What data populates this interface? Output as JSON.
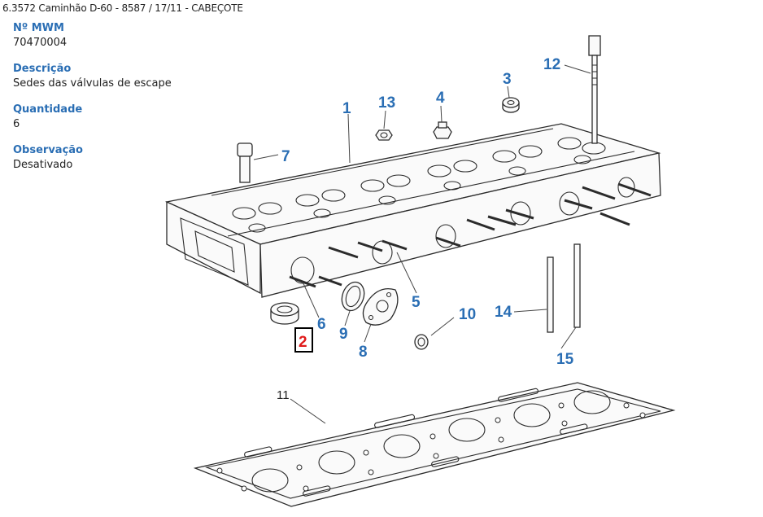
{
  "header": {
    "title": "6.3572 Caminhão D-60 - 8587  /  17/11 - CABEÇOTE"
  },
  "info": {
    "mwm_label": "Nº MWM",
    "mwm_value": "70470004",
    "descricao_label": "Descrição",
    "descricao_value": "Sedes das válvulas de escape",
    "quantidade_label": "Quantidade",
    "quantidade_value": "6",
    "observacao_label": "Observação",
    "observacao_value": "Desativado"
  },
  "diagram": {
    "callouts": {
      "c1": "1",
      "c2": "2",
      "c3": "3",
      "c4": "4",
      "c5": "5",
      "c6": "6",
      "c7": "7",
      "c8": "8",
      "c9": "9",
      "c10": "10",
      "c11": "11",
      "c12": "12",
      "c13": "13",
      "c14": "14",
      "c15": "15"
    },
    "selected_callout": "2",
    "colors": {
      "callout": "#2a6eb4",
      "selected": "#e01b1b",
      "selection_box": "#000000"
    }
  }
}
